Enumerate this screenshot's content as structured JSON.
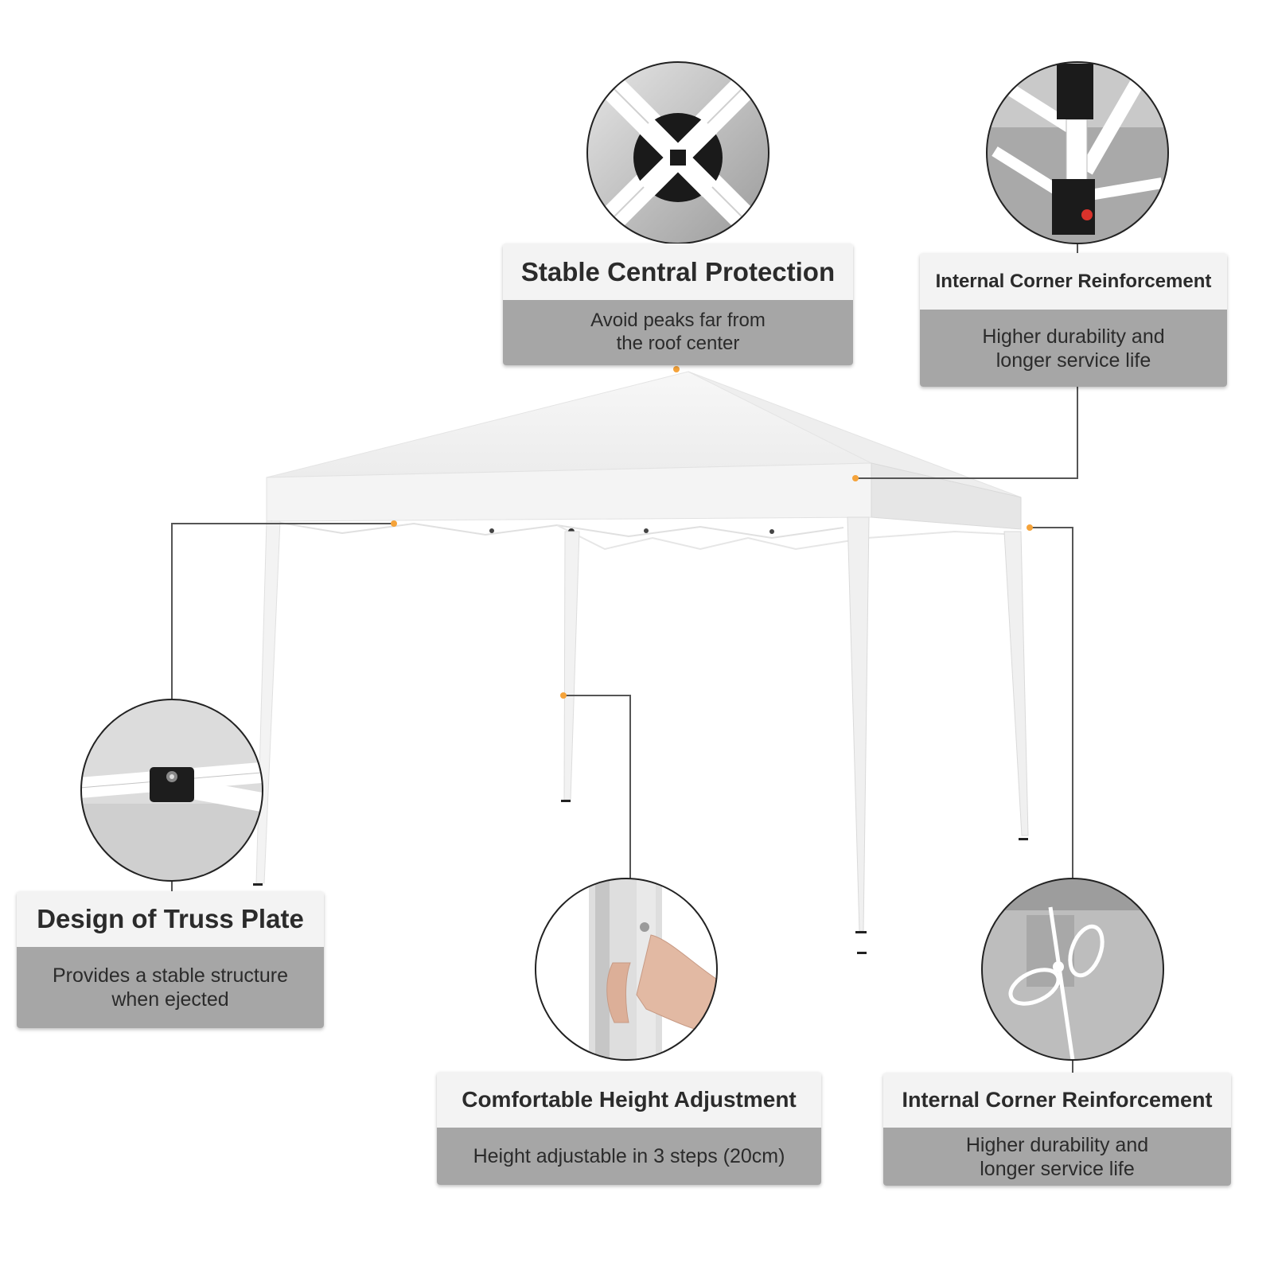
{
  "colors": {
    "accent_dot": "#f5a33a",
    "leader_line": "#555555",
    "card_header_bg": "#f3f3f3",
    "card_body_bg": "#a6a6a6",
    "text": "#2b2b2b"
  },
  "callouts": {
    "central": {
      "title": "Stable Central Protection",
      "lines": [
        "Avoid peaks far from",
        "the roof center"
      ],
      "icon": "center-hub-icon"
    },
    "corner_top": {
      "title": "Internal Corner Reinforcement",
      "lines": [
        "Higher durability and",
        "longer service life"
      ],
      "icon": "corner-bracket-icon"
    },
    "truss": {
      "title": "Design of Truss Plate",
      "lines": [
        "Provides a stable structure",
        "when ejected"
      ],
      "icon": "truss-plate-icon"
    },
    "height": {
      "title": "Comfortable Height Adjustment",
      "lines": [
        "Height adjustable in 3 steps (20cm)"
      ],
      "icon": "height-button-icon"
    },
    "corner_bottom": {
      "title": "Internal Corner Reinforcement",
      "lines": [
        "Higher durability and",
        "longer service life"
      ],
      "icon": "rope-tie-icon"
    }
  }
}
